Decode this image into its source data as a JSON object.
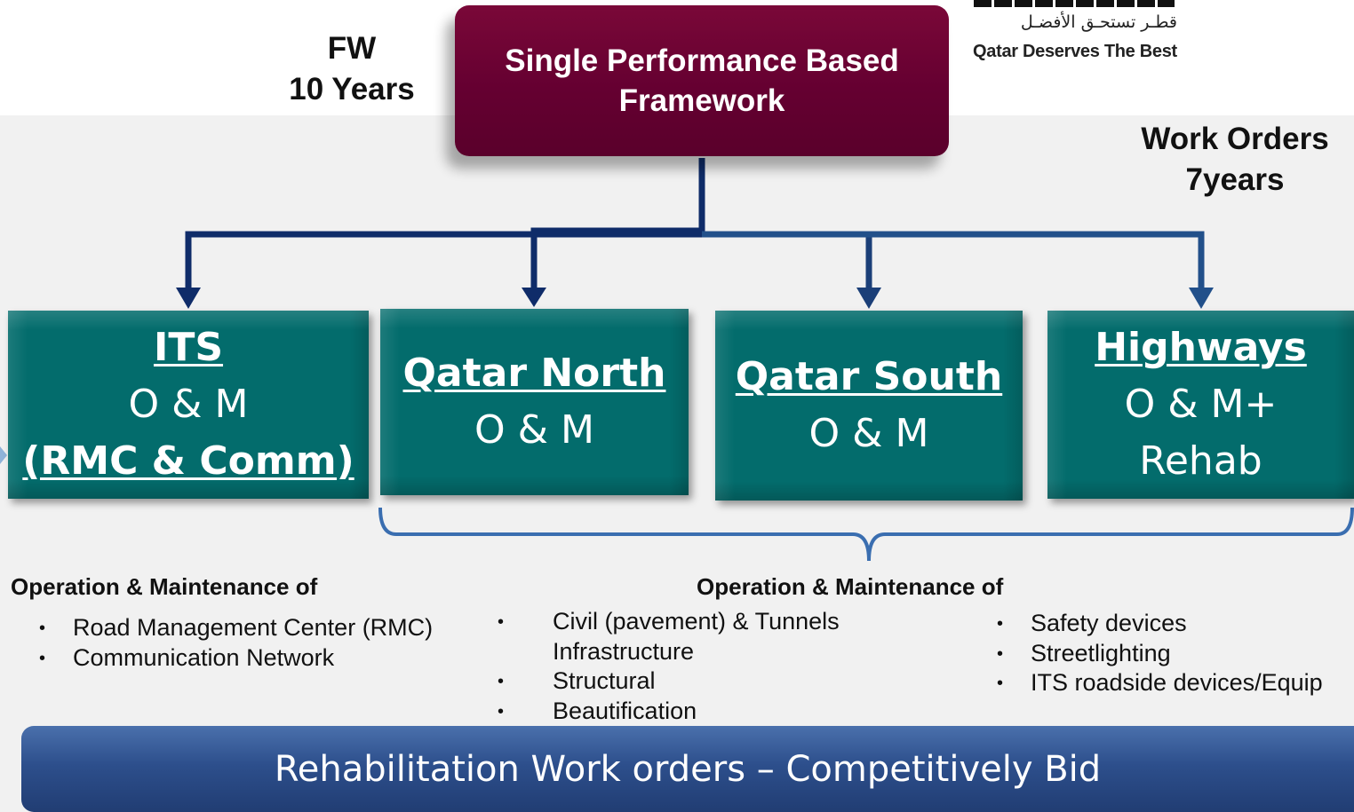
{
  "logo": {
    "arabic": "قطـر تستحـق الأفضـل",
    "english": "Qatar Deserves The Best"
  },
  "framework": {
    "label_line1": "FW",
    "label_line2": "10 Years",
    "title_line1": "Single Performance Based",
    "title_line2": "Framework"
  },
  "work_orders": {
    "line1": "Work Orders",
    "line2": "7years"
  },
  "contracts": [
    {
      "title": "ITS",
      "line2": "O & M",
      "line3": "(RMC & Comm)"
    },
    {
      "title": "Qatar North",
      "line2": "O & M"
    },
    {
      "title": "Qatar South",
      "line2": "O & M"
    },
    {
      "title": "Highways",
      "line2": "O & M+",
      "line3": "Rehab"
    }
  ],
  "left_section": {
    "heading": "Operation & Maintenance of",
    "items": [
      "Road Management Center (RMC)",
      "Communication Network"
    ]
  },
  "right_section": {
    "heading": "Operation & Maintenance of",
    "col1": [
      "Civil (pavement) & Tunnels",
      "Infrastructure",
      "Structural",
      "Beautification"
    ],
    "col2": [
      "Safety devices",
      "Streetlighting",
      "ITS roadside devices/Equip"
    ]
  },
  "bottom_bar": {
    "text": "Rehabilitation Work orders – Competitively Bid"
  },
  "colors": {
    "maroon": "#650031",
    "teal": "#036c6c",
    "navy_connector": "#0f2c69",
    "brace": "#3a6eb0",
    "bottom_bar": "#2d4f8c"
  },
  "bullet_glyph": "•"
}
